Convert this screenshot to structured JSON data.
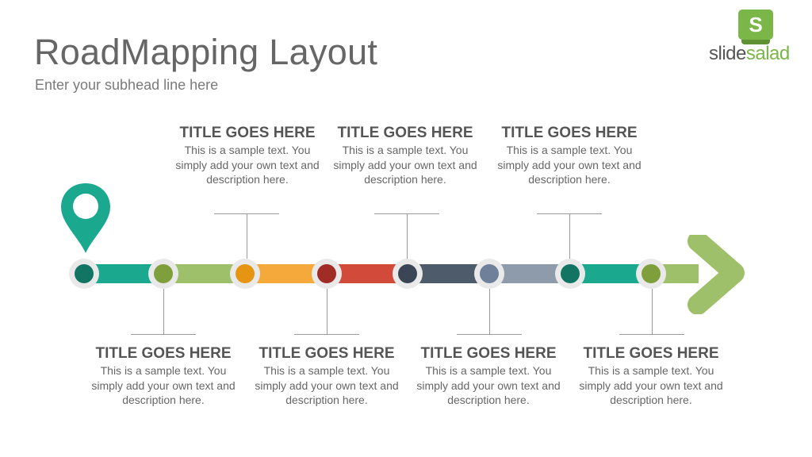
{
  "page": {
    "title": "RoadMapping Layout",
    "subhead": "Enter your subhead line here"
  },
  "logo": {
    "badge_letter": "S",
    "text_part1": "slide",
    "text_part2": "salad",
    "color": "#7ab648"
  },
  "timeline": {
    "segment_colors": [
      "#1aa98f",
      "#9fc06a",
      "#f6a93b",
      "#d24a3a",
      "#4d5b6b",
      "#8d9bab",
      "#1aa98f",
      "#9fc06a"
    ],
    "node_colors": [
      "#127564",
      "#7f9f3c",
      "#e59512",
      "#a12c26",
      "#3a4556",
      "#6f809a",
      "#127564",
      "#7f9f3c"
    ],
    "pin_color": "#1aa98f",
    "arrow_color": "#9fc06a"
  },
  "milestones_top": [
    {
      "title": "TITLE GOES HERE",
      "desc": "This is a sample text. You simply add your own text and description here."
    },
    {
      "title": "TITLE GOES HERE",
      "desc": "This is a sample text. You simply add your own text and description here."
    },
    {
      "title": "TITLE GOES HERE",
      "desc": "This is a sample text. You simply add your own text and description here."
    }
  ],
  "milestones_bottom": [
    {
      "title": "TITLE GOES HERE",
      "desc": "This is a sample text. You simply add your own text and description here."
    },
    {
      "title": "TITLE GOES HERE",
      "desc": "This is a sample text. You simply add your own text and description here."
    },
    {
      "title": "TITLE GOES HERE",
      "desc": "This is a sample text. You simply add your own text and description here."
    },
    {
      "title": "TITLE GOES HERE",
      "desc": "This is a sample text. You simply add your own text and description here."
    }
  ]
}
